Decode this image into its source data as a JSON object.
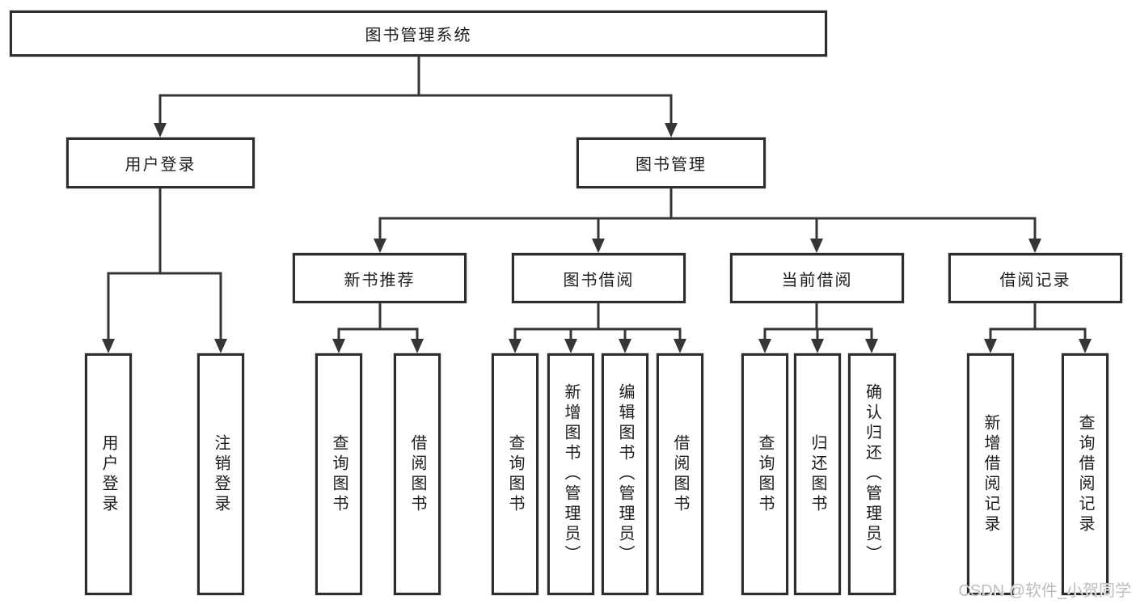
{
  "tree": {
    "label": "图书管理系统",
    "children": [
      {
        "label": "用户登录",
        "children": [
          {
            "label": "用户登录"
          },
          {
            "label": "注销登录"
          }
        ]
      },
      {
        "label": "图书管理",
        "children": [
          {
            "label": "新书推荐",
            "children": [
              {
                "label": "查询图书"
              },
              {
                "label": "借阅图书"
              }
            ]
          },
          {
            "label": "图书借阅",
            "children": [
              {
                "label": "查询图书"
              },
              {
                "label": "新增图书（管理员）"
              },
              {
                "label": "编辑图书（管理员）"
              },
              {
                "label": "借阅图书"
              }
            ]
          },
          {
            "label": "当前借阅",
            "children": [
              {
                "label": "查询图书"
              },
              {
                "label": "归还图书"
              },
              {
                "label": "确认归还（管理员）"
              }
            ]
          },
          {
            "label": "借阅记录",
            "children": [
              {
                "label": "新增借阅记录"
              },
              {
                "label": "查询借阅记录"
              }
            ]
          }
        ]
      }
    ]
  },
  "watermark": "CSDN @软件_小贺同学",
  "colors": {
    "line": "#363636",
    "box_border": "#2d2d2d",
    "text": "#1c1c1c",
    "watermark": "#bdbdbd",
    "background": "#ffffff"
  }
}
